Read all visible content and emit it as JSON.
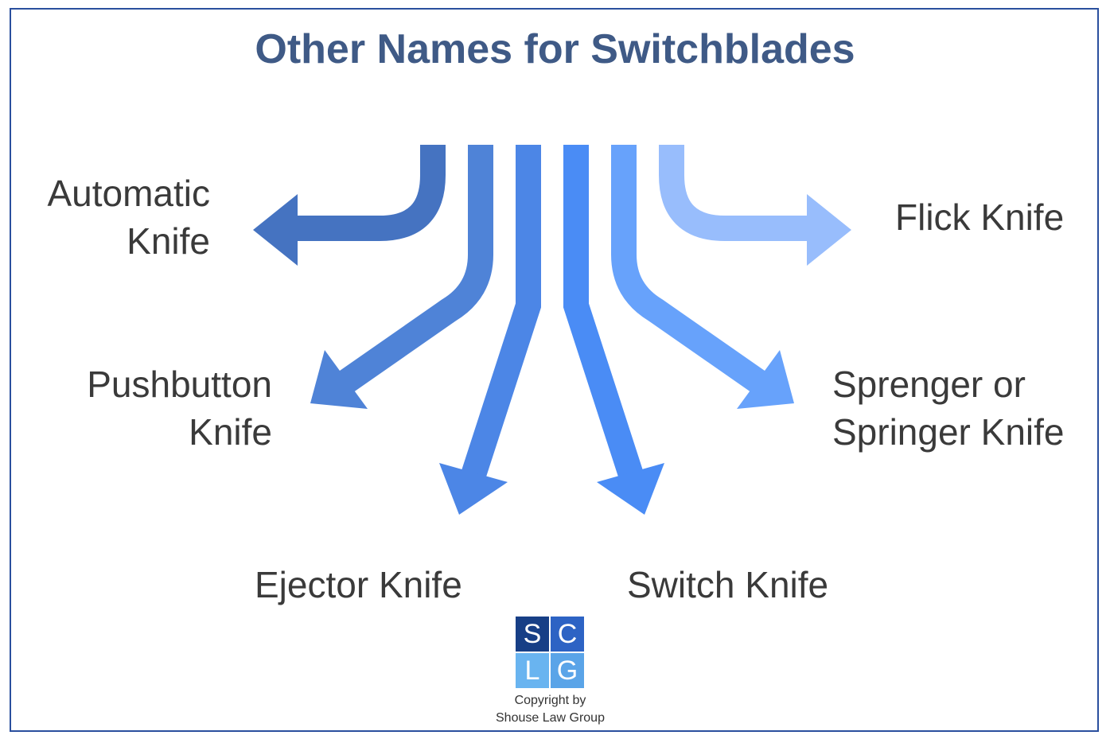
{
  "title": "Other Names for Switchblades",
  "names": {
    "automatic": [
      "Automatic",
      "Knife"
    ],
    "pushbutton": [
      "Pushbutton",
      "Knife"
    ],
    "ejector": "Ejector Knife",
    "switch": "Switch Knife",
    "sprenger": [
      "Sprenger or",
      "Springer Knife"
    ],
    "flick": "Flick Knife"
  },
  "arrow_colors": {
    "automatic": "#4573c1",
    "pushbutton": "#4f83d7",
    "ejector": "#4c86e6",
    "switch": "#4a8cf5",
    "sprenger": "#67a2fb",
    "flick": "#98bdfc"
  },
  "logo": {
    "letters": [
      "S",
      "C",
      "L",
      "G"
    ],
    "colors": [
      "#173f86",
      "#2d63c4",
      "#69b4f0",
      "#5aa4e8"
    ]
  },
  "copyright": [
    "Copyright by",
    "Shouse Law Group"
  ]
}
